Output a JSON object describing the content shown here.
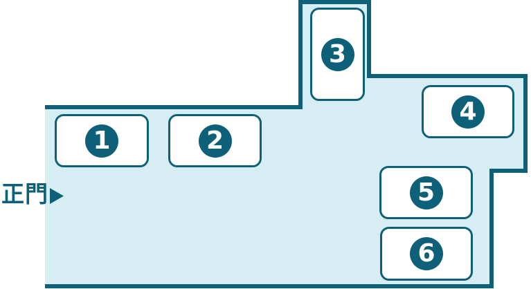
{
  "map": {
    "gate_label": "正門",
    "buildings": [
      {
        "number": "1"
      },
      {
        "number": "2"
      },
      {
        "number": "3"
      },
      {
        "number": "4"
      },
      {
        "number": "5"
      },
      {
        "number": "6"
      }
    ]
  },
  "colors": {
    "teal": "#0E5F78",
    "area": "#D5EDF3",
    "bldg": "#FFFFFF",
    "numtext": "#FFFFFF"
  }
}
